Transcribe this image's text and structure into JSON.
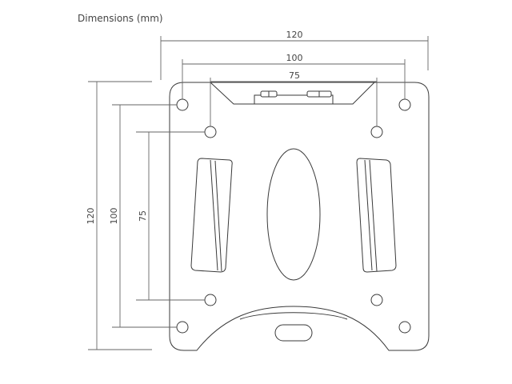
{
  "title": "Dimensions (mm)",
  "dimensions": {
    "horizontal": [
      "120",
      "100",
      "75"
    ],
    "vertical": [
      "120",
      "100",
      "75"
    ]
  },
  "colors": {
    "line": "#3a3a3a",
    "dimension_line": "#666666",
    "text": "#444444",
    "background": "#ffffff"
  }
}
